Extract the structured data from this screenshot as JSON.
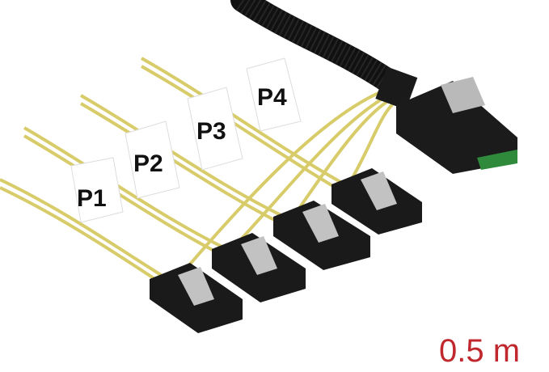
{
  "product": {
    "port_labels": [
      "P1",
      "P2",
      "P3",
      "P4"
    ],
    "length": "0.5 m"
  },
  "colors": {
    "length_text": "#c0282d",
    "wire": "#d8cc6a",
    "connector": "#1a1a1a",
    "braid": "#111111",
    "pcb": "#2f8a3c"
  }
}
